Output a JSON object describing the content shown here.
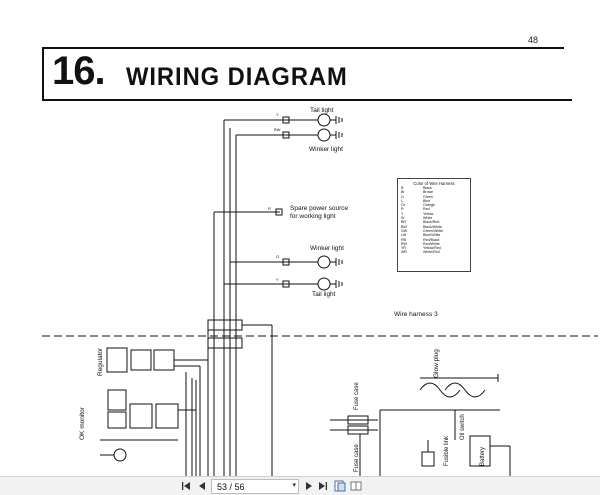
{
  "document": {
    "page_number": "48",
    "section_number": "16.",
    "section_title": "WIRING DIAGRAM"
  },
  "diagram_labels": {
    "tail_light_top": "Tail light",
    "winker_light_top": "Winker light",
    "spare_power_line1": "Spare power source",
    "spare_power_line2": "for working light",
    "winker_light_mid": "Winker light",
    "tail_light_mid": "Tail light",
    "wire_harness": "Wire harness 3",
    "regulator": "Regulator",
    "ok_monitor": "OK monitor",
    "fuse_case_top": "Fuse case",
    "fuse_case_bottom": "Fuse case",
    "glow_plug": "Glow plug",
    "fusible_link": "Fusible link",
    "oil_switch": "Oil switch",
    "battery": "Battery",
    "wire_y": "Y",
    "wire_bw": "BW",
    "wire_r": "R",
    "wire_g": "G",
    "wire_y2": "Y"
  },
  "legend": {
    "title": "Color of Wire Harness",
    "rows": [
      {
        "code": "B",
        "color": "Black"
      },
      {
        "code": "Br",
        "color": "Brown"
      },
      {
        "code": "G",
        "color": "Green"
      },
      {
        "code": "L",
        "color": "Blue"
      },
      {
        "code": "Or",
        "color": "Orange"
      },
      {
        "code": "R",
        "color": "Red"
      },
      {
        "code": "Y",
        "color": "Yellow"
      },
      {
        "code": "W",
        "color": "White"
      },
      {
        "code": "BR",
        "color": "Black/Red"
      },
      {
        "code": "BW",
        "color": "Black/White"
      },
      {
        "code": "GW",
        "color": "Green/White"
      },
      {
        "code": "LW",
        "color": "Blue/White"
      },
      {
        "code": "RB",
        "color": "Red/Black"
      },
      {
        "code": "RW",
        "color": "Red/White"
      },
      {
        "code": "YR",
        "color": "Yellow/Red"
      },
      {
        "code": "WR",
        "color": "White/Red"
      }
    ]
  },
  "toolbar": {
    "page_display": "53 / 56",
    "icons": [
      "first-page-icon",
      "previous-page-icon",
      "next-page-icon",
      "last-page-icon",
      "single-page-view-icon",
      "two-page-view-icon"
    ]
  }
}
